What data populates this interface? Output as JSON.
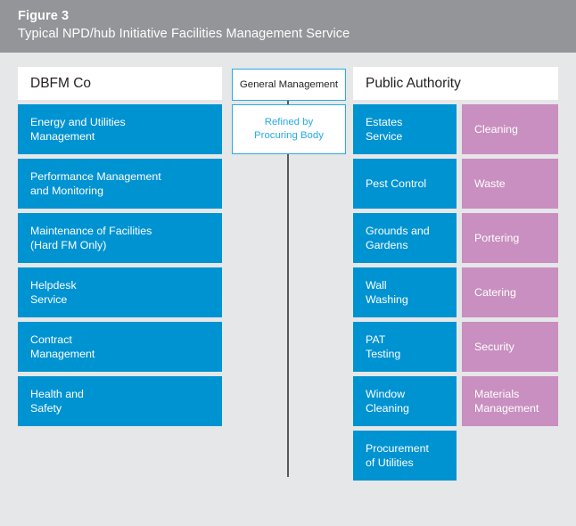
{
  "figure": {
    "label": "Figure 3",
    "title": "Typical NPD/hub Initiative Facilities Management Service",
    "header_bg": "#939598",
    "page_bg": "#e6e7e8"
  },
  "colors": {
    "blue": "#0093d2",
    "pink": "#c98fc0",
    "outline": "#29abe2",
    "connector": "#58595b",
    "white": "#ffffff",
    "text_dark": "#231f20"
  },
  "columns": {
    "dbfm": {
      "header": "DBFM Co",
      "items": [
        "Energy and Utilities\nManagement",
        "Performance Management\nand Monitoring",
        "Maintenance of Facilities\n(Hard FM Only)",
        "Helpdesk\nService",
        "Contract\nManagement",
        "Health and\nSafety"
      ]
    },
    "middle": {
      "header": "General Management",
      "note": "Refined by\nProcuring Body"
    },
    "public_authority": {
      "header": "Public Authority",
      "blue_items": [
        "Estates\nService",
        "Pest Control",
        "Grounds and\nGardens",
        "Wall\nWashing",
        "PAT\nTesting",
        "Window\nCleaning",
        "Procurement\nof Utilities"
      ],
      "pink_items": [
        "Cleaning",
        "Waste",
        "Portering",
        "Catering",
        "Security",
        "Materials\nManagement"
      ]
    }
  }
}
